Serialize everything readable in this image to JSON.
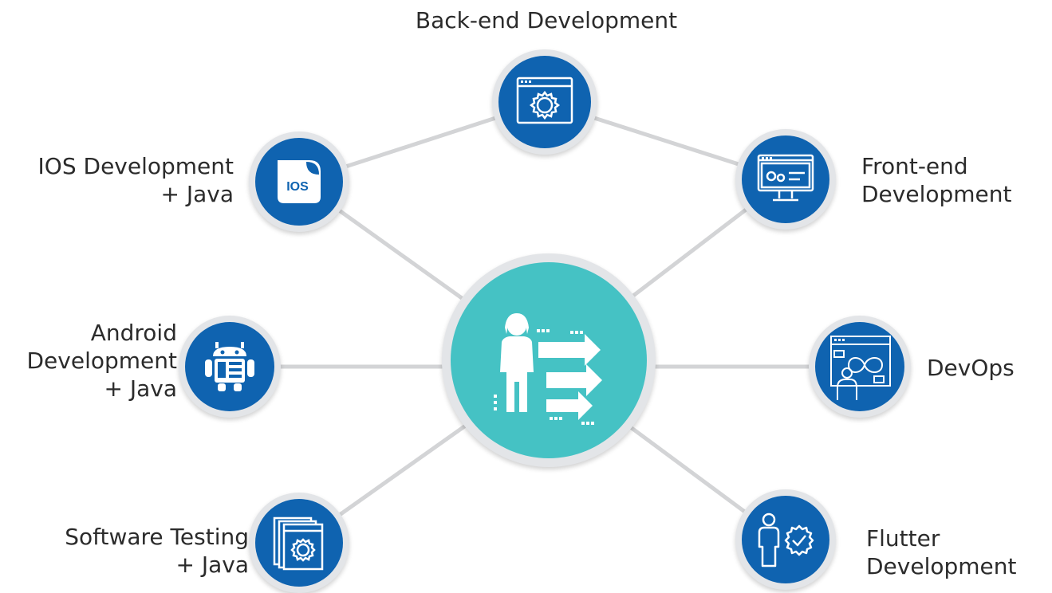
{
  "center": {
    "icon": "presenter-with-arrows-icon"
  },
  "nodes": [
    {
      "id": "back-end",
      "icon": "browser-gear-icon",
      "label": [
        "Back-end Development"
      ]
    },
    {
      "id": "ios",
      "icon": "ios-file-icon",
      "icon_text": "IOS",
      "label": [
        "IOS Development",
        "+ Java"
      ]
    },
    {
      "id": "front-end",
      "icon": "monitor-gears-icon",
      "label": [
        "Front-end",
        "Development"
      ]
    },
    {
      "id": "android",
      "icon": "robot-icon",
      "label": [
        "Android",
        "Development",
        "+ Java"
      ]
    },
    {
      "id": "devops",
      "icon": "devops-infinity-icon",
      "label": [
        "DevOps"
      ]
    },
    {
      "id": "software-testing",
      "icon": "stacked-pages-gear-icon",
      "label": [
        "Software Testing",
        "+ Java"
      ]
    },
    {
      "id": "flutter",
      "icon": "person-gear-check-icon",
      "label": [
        "Flutter",
        "Development"
      ]
    }
  ],
  "colors": {
    "node_blue": "#0f63b0",
    "center_teal": "#45c2c4",
    "ring_gray": "#e3e5e8",
    "connector_gray": "#d3d4d6",
    "label_text": "#2b2b2b"
  }
}
